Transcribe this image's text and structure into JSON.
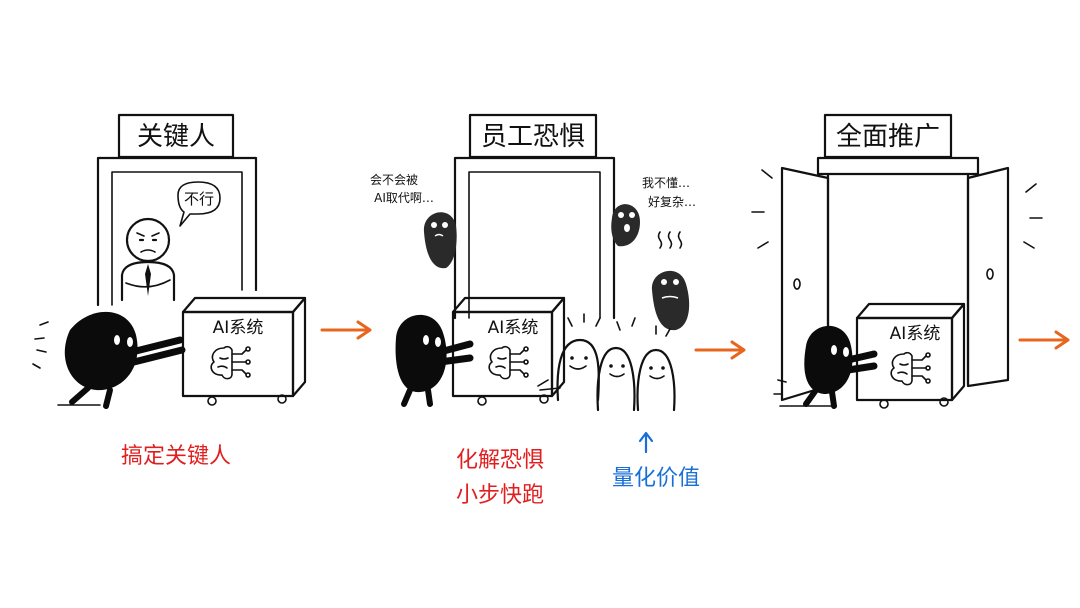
{
  "panels": [
    {
      "sign": "关键人",
      "speech": "不行",
      "box_label": "AI系统"
    },
    {
      "sign": "员工恐惧",
      "box_label": "AI系统",
      "whisper_left": [
        "会不会被",
        "AI取代啊…"
      ],
      "whisper_right": [
        "我不懂…",
        "好复杂…"
      ]
    },
    {
      "sign": "全面推广",
      "box_label": "AI系统"
    }
  ],
  "captions": {
    "step1": "搞定关键人",
    "step2_line1": "化解恐惧",
    "step2_line2": "小步快跑",
    "step2_side": "量化价值"
  },
  "colors": {
    "arrow": "#e8651e",
    "caption_red": "#e02020",
    "caption_blue": "#1a6fd6"
  }
}
